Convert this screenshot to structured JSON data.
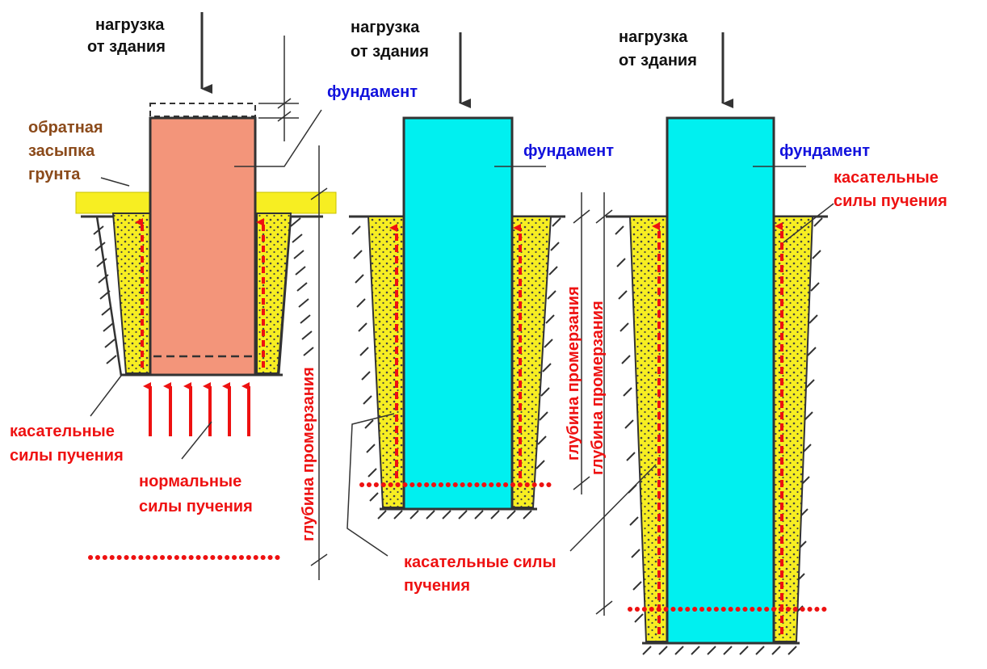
{
  "colors": {
    "backfill_yellow": "#f7ee22",
    "foundation_salmon": "#f3957a",
    "foundation_cyan": "#00f0f0",
    "arrow_red": "#ee1111",
    "label_blue": "#1111dd",
    "label_brown": "#8b4a1a",
    "outline": "#333333"
  },
  "diagram1": {
    "load_line1": "нагрузка",
    "load_line2": "от здания",
    "foundation_label": "фундамент",
    "backfill_line1": "обратная",
    "backfill_line2": "засыпка",
    "backfill_line3": "грунта",
    "tangential_line1": "касательные",
    "tangential_line2": "силы пучения",
    "normal_line1": "нормальные",
    "normal_line2": "силы пучения",
    "frost_depth": "глубина промерзания"
  },
  "diagram2": {
    "load_line1": "нагрузка",
    "load_line2": "от здания",
    "foundation_label": "фундамент",
    "frost_depth": "глубина промерзания",
    "tangential_line1": "касательные силы",
    "tangential_line2": "пучения"
  },
  "diagram3": {
    "load_line1": "нагрузка",
    "load_line2": "от здания",
    "foundation_label": "фундамент",
    "tangential_line1": "касательные",
    "tangential_line2": "силы пучения",
    "frost_depth": "глубина промерзания"
  }
}
